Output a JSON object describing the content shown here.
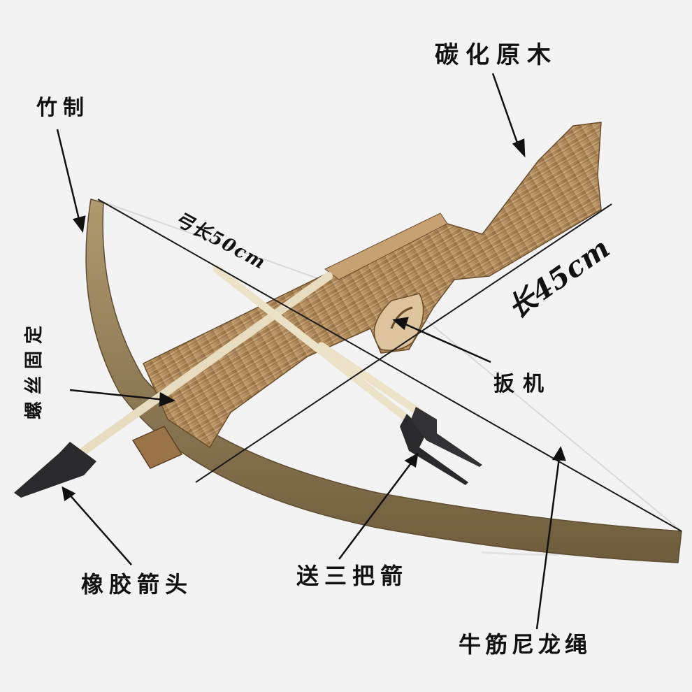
{
  "product": {
    "subject": "wooden crossbow with three arrows",
    "colors": {
      "background": "#f3f3f4",
      "wood_light": "#c9a878",
      "wood_mid": "#a98455",
      "wood_dark": "#7a5a35",
      "bow_limb": "#8c7a55",
      "arrow_shaft": "#e8dcc0",
      "arrow_tip": "#2a2a2c",
      "annotation_ink": "#111111"
    }
  },
  "annotations": {
    "stock_material": "碳化原木",
    "bow_material": "竹制",
    "bow_length": "弓长50cm",
    "total_length": "长45cm",
    "screw_fixed": "螺丝固定",
    "trigger": "扳机",
    "rubber_tip": "橡胶箭头",
    "bonus_arrows": "送三把箭",
    "string": "牛筋尼龙绳"
  }
}
